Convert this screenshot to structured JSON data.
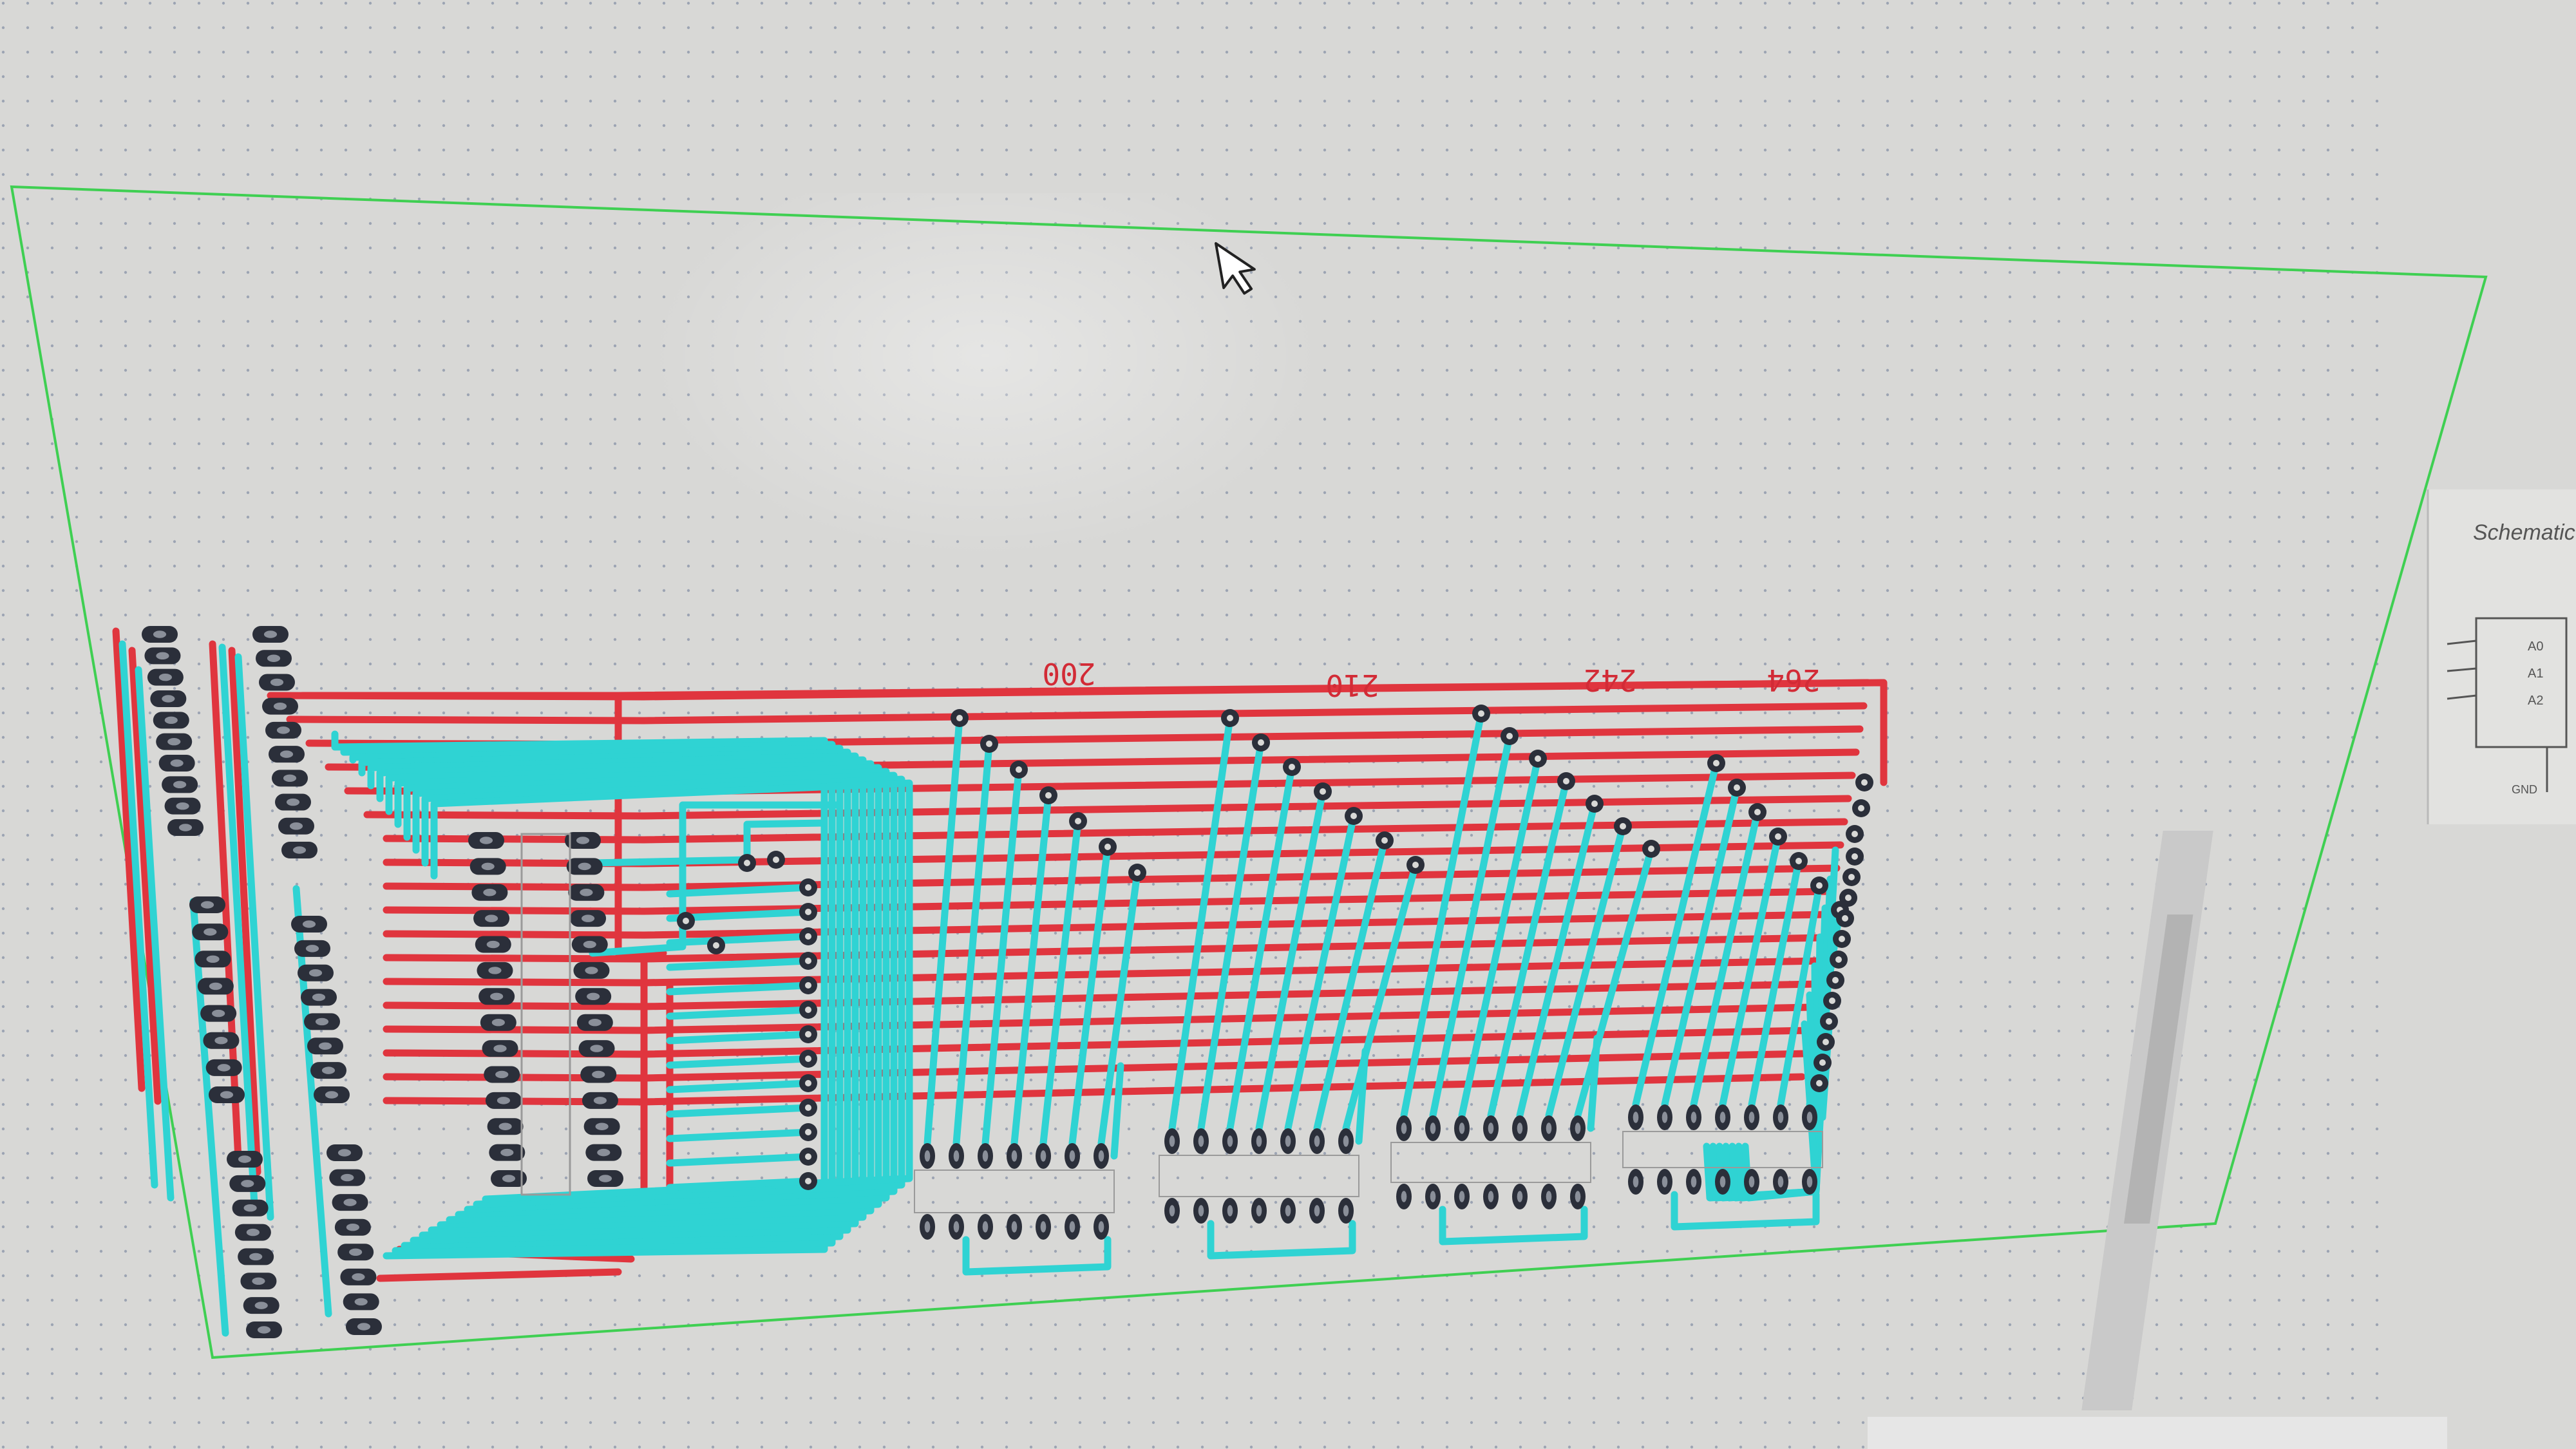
{
  "board": {
    "value_labels": [
      "200",
      "210",
      "242",
      "264"
    ]
  },
  "side_panel": {
    "title": "Schematic",
    "pin_labels": [
      "A0",
      "A1",
      "A2",
      "GND"
    ]
  },
  "status_bar": {
    "text": ""
  },
  "colors": {
    "background": "#d8d8d6",
    "grid_dot": "#6b7a95",
    "board_outline": "#3fcf52",
    "top_copper": "#e0353e",
    "bottom_copper": "#2fd3d3",
    "pad": "#2b2f3a",
    "silkscreen": "#9a9a9a"
  },
  "icons": {
    "cursor": "arrow-cursor-icon"
  }
}
